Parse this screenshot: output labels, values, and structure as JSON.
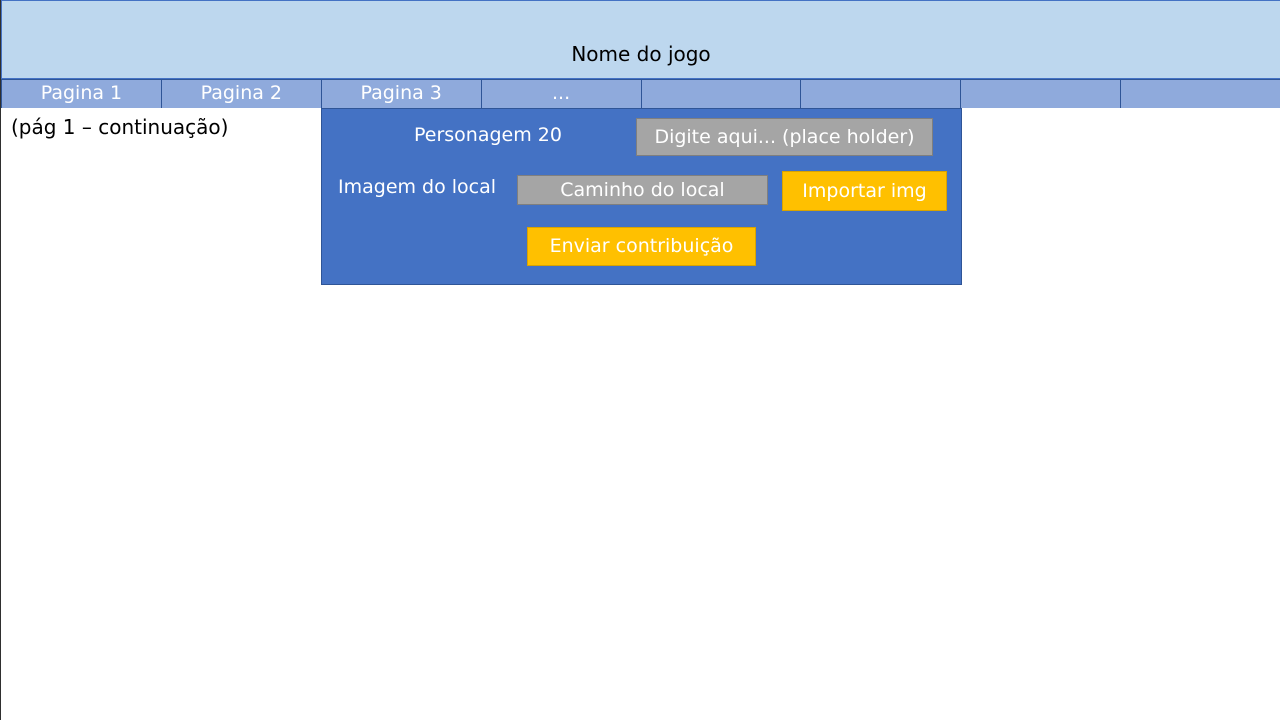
{
  "header": {
    "title": "Nome do jogo"
  },
  "nav": {
    "items": [
      "Pagina 1",
      "Pagina 2",
      "Pagina 3",
      "...",
      "",
      "",
      "",
      ""
    ]
  },
  "page_note": "(pág 1 – continuação)",
  "form": {
    "character_label": "Personagem 20",
    "character_input_placeholder": "Digite aqui... (place holder)",
    "image_label": "Imagem do local",
    "image_path_placeholder": "Caminho do local",
    "import_button": "Importar img",
    "submit_button": "Enviar contribuição"
  },
  "colors": {
    "header_bg": "#bdd7ee",
    "nav_bg": "#8faadc",
    "panel_bg": "#4472c4",
    "field_bg": "#a5a5a5",
    "button_bg": "#ffc000"
  }
}
